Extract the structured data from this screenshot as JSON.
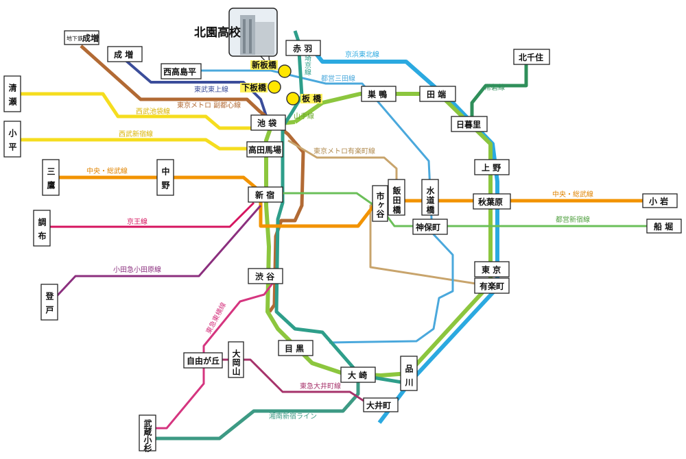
{
  "title": "北園高校",
  "stations": {
    "narimasu_sub": {
      "prefix": "地下鉄",
      "name": "成増"
    },
    "narimasu": "成 増",
    "akabane": "赤 羽",
    "kitasenju": "北千住",
    "nishitakashimadaira": "西高島平",
    "shin_itabashi": "新板橋",
    "shimo_itabashi": "下板橋",
    "itabashi": "板 橋",
    "kiyose": "清瀬",
    "kodaira": "小平",
    "sugamo": "巣 鴨",
    "tabata": "田 端",
    "nippori": "日暮里",
    "ikebukuro": "池 袋",
    "takadanobaba": "高田馬場",
    "ueno": "上 野",
    "mitaka": "三鷹",
    "nakano": "中野",
    "shinjuku": "新 宿",
    "ichigaya": "市ヶ谷",
    "iidabashi": "飯田橋",
    "suidobashi": "水道橋",
    "akihabara": "秋葉原",
    "koiwa": "小 岩",
    "jinbocho": "神保町",
    "funabori": "船 堀",
    "chofu": "調布",
    "shibuya": "渋 谷",
    "tokyo": "東 京",
    "yurakucho": "有楽町",
    "noborito": "登戸",
    "meguro": "目 黒",
    "jiyugaoka": "自由が丘",
    "ookayama": "大岡山",
    "osaki": "大 崎",
    "shinagawa": "品川",
    "oimachi": "大井町",
    "musashikosugi": "武蔵小杉"
  },
  "lines": {
    "keihin_tohoku": "京浜東北線",
    "saikyo": "埼京線",
    "toei_mita": "都営三田線",
    "tobu_tojo": "東武東上線",
    "fukutoshin": "東京メトロ 副都心線",
    "seibu_ikebukuro": "西武池袋線",
    "seibu_shinjuku": "西武新宿線",
    "yamanote": "山手線",
    "joban": "常磐線",
    "yurakucho_line": "東京メトロ有楽町線",
    "chuo_sobu_west": "中央・総武線",
    "chuo_sobu_east": "中央・総武線",
    "toei_shinjuku": "都営新宿線",
    "keio": "京王線",
    "odakyu": "小田急小田原線",
    "toyoko": "東急東横線",
    "oimachi_line": "東急大井町線",
    "shonan_shinjuku": "湘南新宿ライン"
  },
  "colors": {
    "yamanote": "#8cc63e",
    "keihin_tohoku": "#2ba9e0",
    "saikyo": "#2e9e8a",
    "toei_mita": "#4aa8dc",
    "tobu_tojo": "#3b4d9a",
    "fukutoshin": "#b26a34",
    "seibu": "#f5dd1f",
    "joban": "#2f8f5a",
    "yurakucho_line": "#c8a46c",
    "chuo_sobu": "#f29300",
    "toei_shinjuku": "#6bbf59",
    "keio": "#d6145f",
    "odakyu": "#8b2f7e",
    "toyoko": "#d5357f",
    "oimachi_line": "#a6326a",
    "shonan_shinjuku": "#3d9a84",
    "highlight_dot": "#ffe600"
  }
}
